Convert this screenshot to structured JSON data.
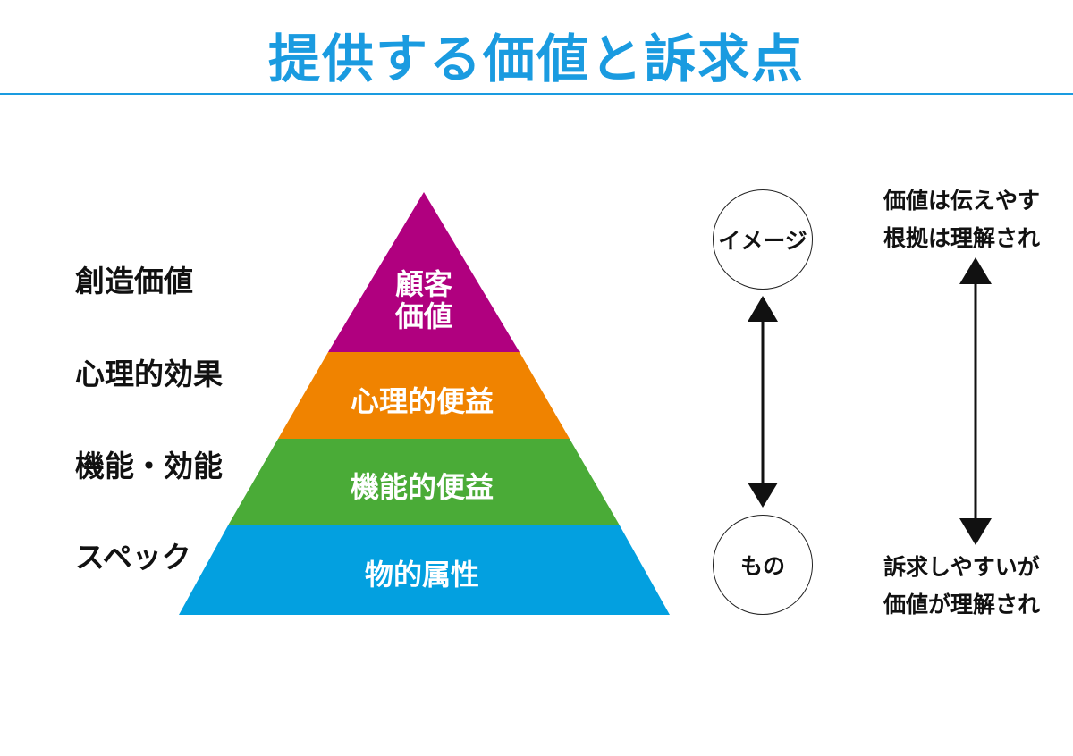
{
  "title": "提供する価値と訴求点",
  "colors": {
    "accent": "#1a9be0",
    "tier_customer": "#b0007f",
    "tier_psych": "#f08300",
    "tier_func": "#4aab37",
    "tier_attr": "#03a0e0"
  },
  "side_labels": [
    "創造価値",
    "心理的効果",
    "機能・効能",
    "スペック"
  ],
  "pyramid": {
    "tier_customer_line1": "顧客",
    "tier_customer_line2": "価値",
    "tier_psych": "心理的便益",
    "tier_func": "機能的便益",
    "tier_attr": "物的属性"
  },
  "scale": {
    "top": "イメージ",
    "bottom": "もの"
  },
  "notes": {
    "top_line1": "価値は伝えやす",
    "top_line2": "根拠は理解され",
    "bottom_line1": "訴求しやすいが",
    "bottom_line2": "価値が理解され"
  }
}
